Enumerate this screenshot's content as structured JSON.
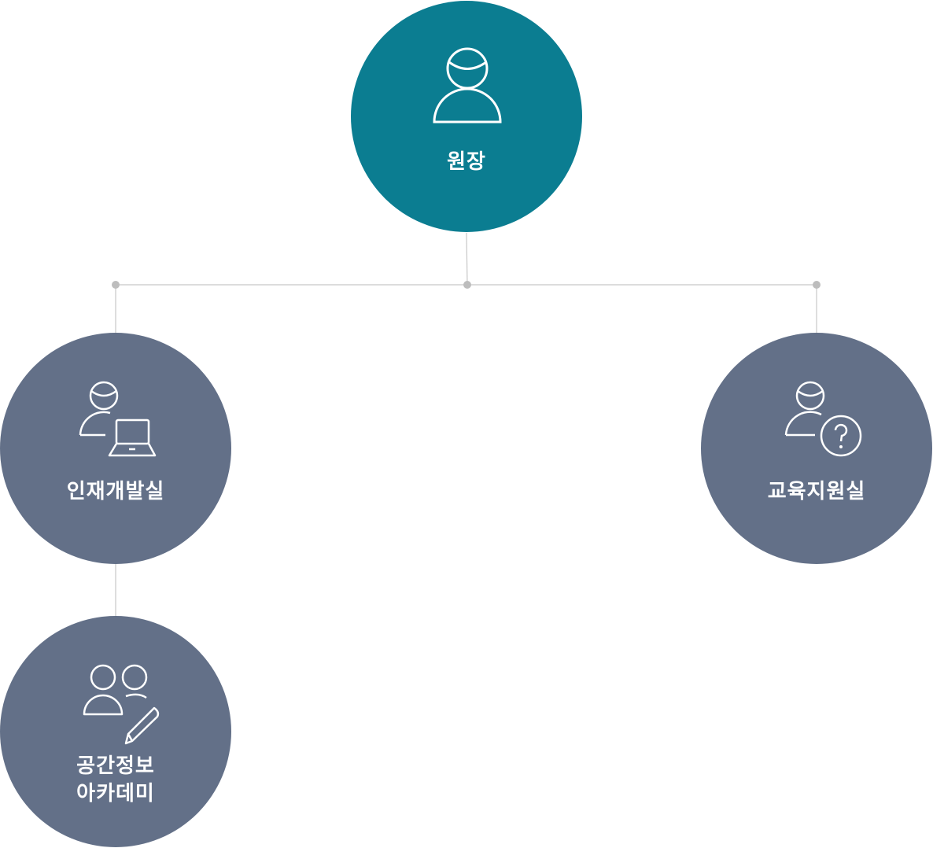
{
  "colors": {
    "director": "#0b7d91",
    "department": "#637088",
    "connector": "#c8c8c8"
  },
  "nodes": {
    "director": {
      "label": "원장",
      "icon": "person-icon"
    },
    "hr_development": {
      "label": "인재개발실",
      "icon": "person-laptop-icon"
    },
    "education_support": {
      "label": "교육지원실",
      "icon": "person-question-icon"
    },
    "academy": {
      "label_line1": "공간정보",
      "label_line2": "아카데미",
      "icon": "people-pencil-icon"
    }
  }
}
